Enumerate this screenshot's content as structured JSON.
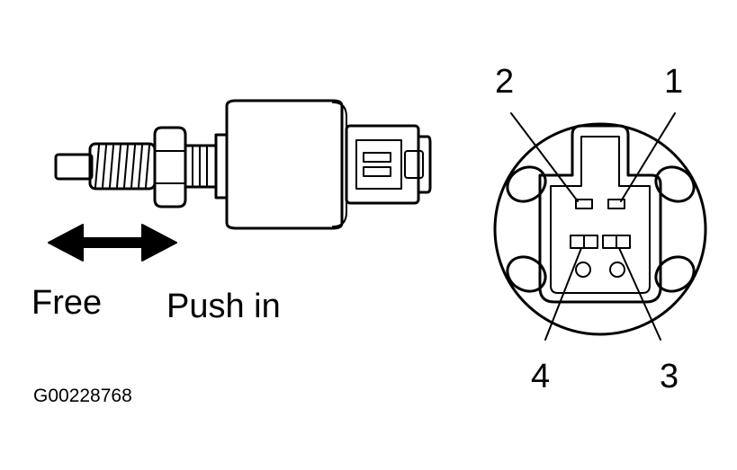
{
  "labels": {
    "free": "Free",
    "push_in": "Push in",
    "figure_code": "G00228768"
  },
  "connector_pins": [
    "1",
    "2",
    "3",
    "4"
  ],
  "colors": {
    "ink": "#000000",
    "background": "#ffffff"
  }
}
